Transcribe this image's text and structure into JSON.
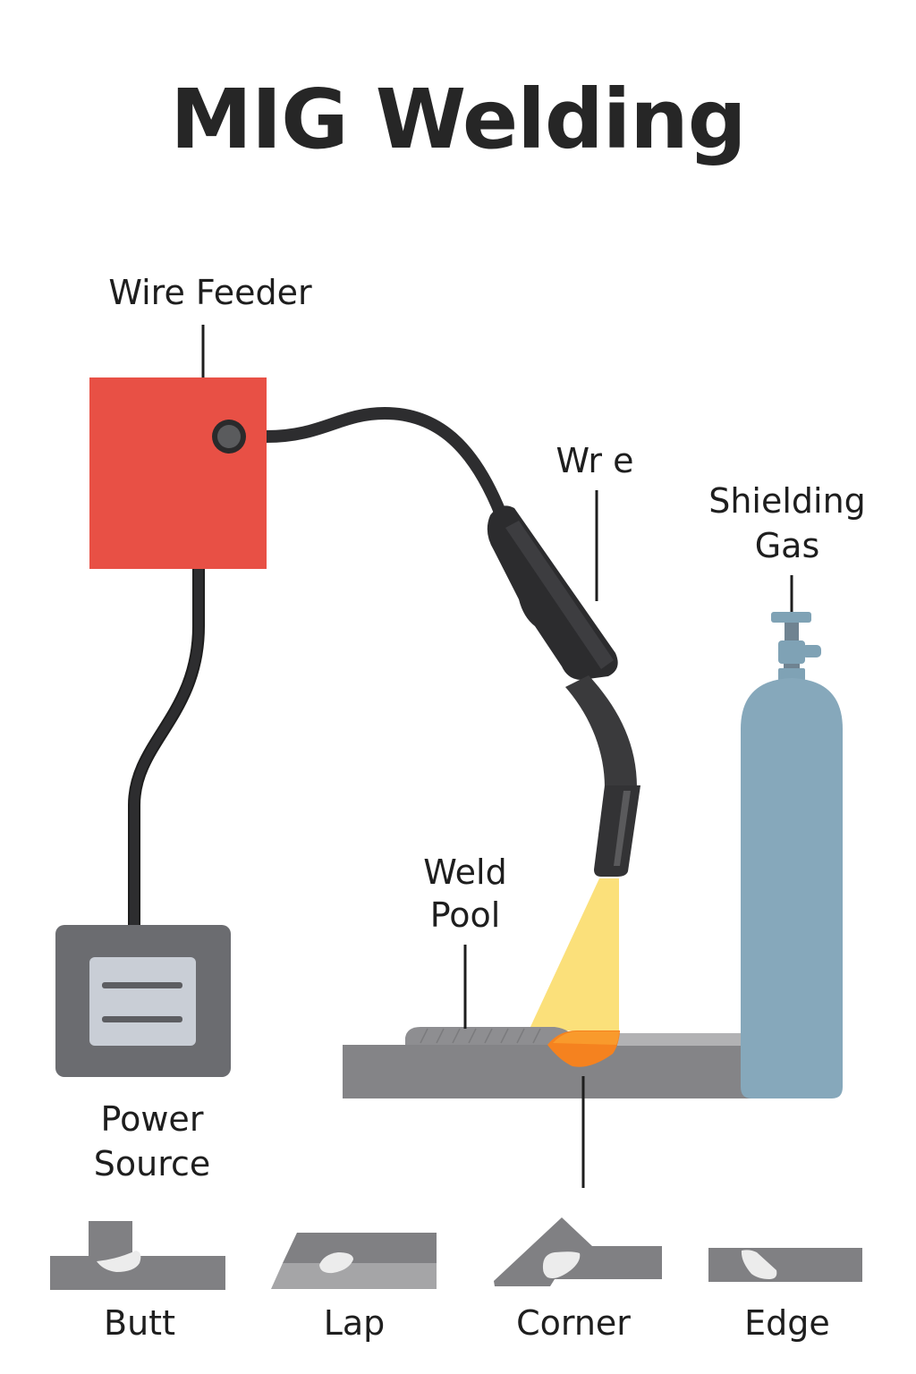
{
  "title": "MIG Welding",
  "labels": {
    "wire_feeder": "Wire Feeder",
    "wire": "Wr e",
    "shielding_gas_line1": "Shielding",
    "shielding_gas_line2": "Gas",
    "weld_pool_line1": "Weld",
    "weld_pool_line2": "Pool",
    "power_source_line1": "Power",
    "power_source_line2": "Source"
  },
  "joint_types": [
    {
      "name": "Butt"
    },
    {
      "name": "Lap"
    },
    {
      "name": "Corner"
    },
    {
      "name": "Edge"
    }
  ],
  "colors": {
    "wire_feeder": "#e85045",
    "cable": "#2d2d2f",
    "torch": "#3a3a3c",
    "gas_cylinder": "#86a8bb",
    "arc": "#fbe07a",
    "weld_pool": "#f5821f",
    "workpiece": "#848487",
    "power_source": "#6b6c70",
    "power_panel": "#c9ced6"
  }
}
